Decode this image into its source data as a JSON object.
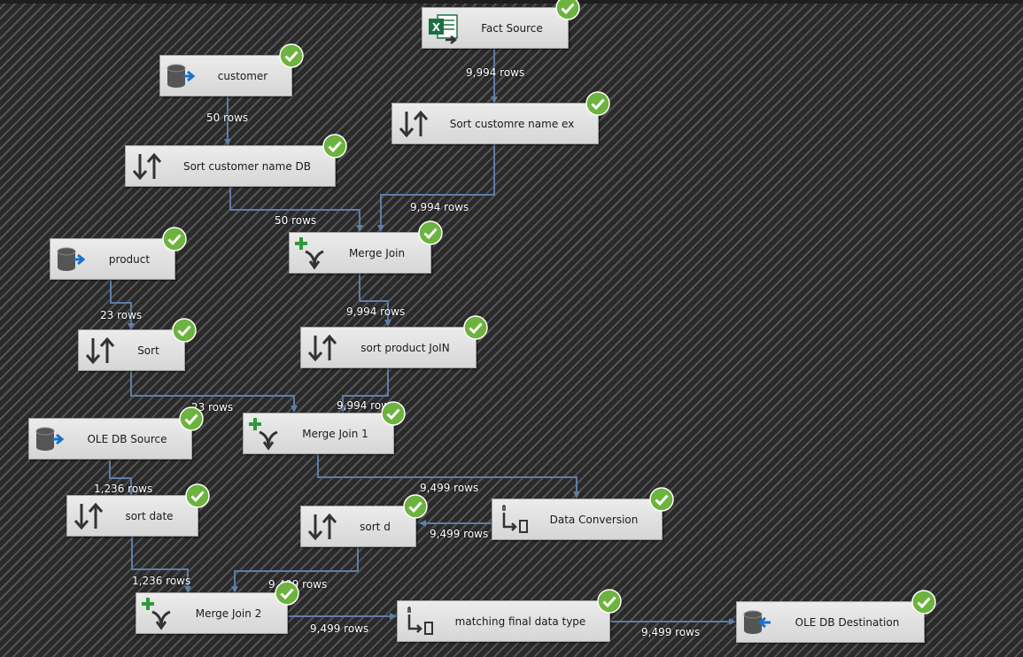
{
  "nodes": {
    "fact_source": {
      "label": "Fact Source",
      "icon": "excel-source-icon",
      "status": "success-check-icon"
    },
    "customer": {
      "label": "customer",
      "icon": "database-source-icon",
      "status": "success-check-icon"
    },
    "sort_customre_name_ex": {
      "label": "Sort customre name ex",
      "icon": "sort-icon",
      "status": "success-check-icon"
    },
    "sort_customer_name_db": {
      "label": "Sort customer name DB",
      "icon": "sort-icon",
      "status": "success-check-icon"
    },
    "product": {
      "label": "product",
      "icon": "database-source-icon",
      "status": "success-check-icon"
    },
    "merge_join": {
      "label": "Merge Join",
      "icon": "merge-join-icon",
      "status": "success-check-icon"
    },
    "sort": {
      "label": "Sort",
      "icon": "sort-icon",
      "status": "success-check-icon"
    },
    "sort_product_join": {
      "label": "sort product JoIN",
      "icon": "sort-icon",
      "status": "success-check-icon"
    },
    "ole_db_source": {
      "label": "OLE DB Source",
      "icon": "database-source-icon",
      "status": "success-check-icon"
    },
    "merge_join_1": {
      "label": "Merge Join 1",
      "icon": "merge-join-icon",
      "status": "success-check-icon"
    },
    "sort_date": {
      "label": "sort date",
      "icon": "sort-icon",
      "status": "success-check-icon"
    },
    "sort_d": {
      "label": "sort d",
      "icon": "sort-icon",
      "status": "success-check-icon"
    },
    "data_conversion": {
      "label": "Data Conversion",
      "icon": "data-conversion-icon",
      "status": "success-check-icon"
    },
    "merge_join_2": {
      "label": "Merge Join 2",
      "icon": "merge-join-icon",
      "status": "success-check-icon"
    },
    "matching_final_data_type": {
      "label": "matching final data type",
      "icon": "data-conversion-icon",
      "status": "success-check-icon"
    },
    "ole_db_destination": {
      "label": "OLE DB Destination",
      "icon": "database-destination-icon",
      "status": "success-check-icon"
    }
  },
  "flows": {
    "fact_to_sortex": "9,994 rows",
    "customer_to_sortdb": "50 rows",
    "sortdb_to_merge": "50 rows",
    "sortex_to_merge": "9,994 rows",
    "product_to_sort": "23 rows",
    "merge_to_sortproduct": "9,994 rows",
    "sort_to_merge1": "23 rows",
    "sortproduct_to_merge1": "9,994 rows",
    "oledb_to_sortdate": "1,236 rows",
    "merge1_to_dataconv": "9,499 rows",
    "dataconv_to_sortd": "9,499 rows",
    "sortdate_to_merge2": "1,236 rows",
    "sortd_to_merge2": "9,499 rows",
    "merge2_to_matching": "9,499 rows",
    "matching_to_dest": "9,499 rows"
  },
  "colors": {
    "connector": "#5d7ea8",
    "check": "#6db33f",
    "node_bg": "#e3e3e3"
  }
}
